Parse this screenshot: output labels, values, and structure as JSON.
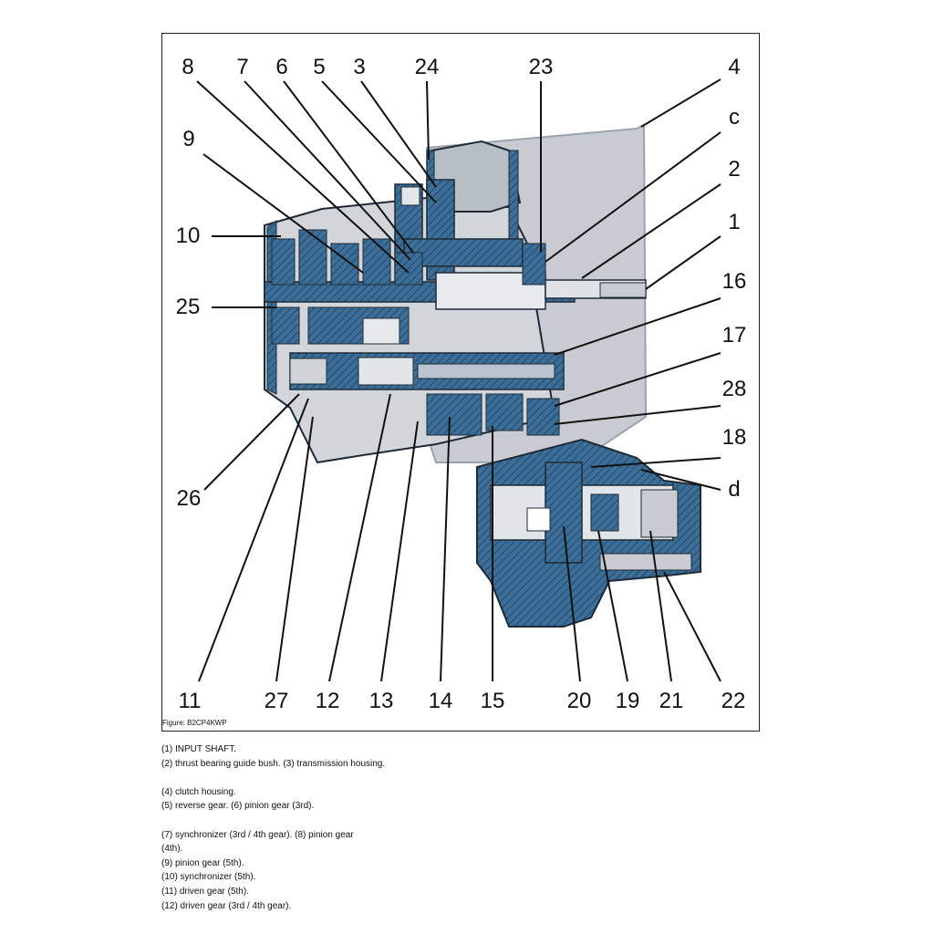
{
  "figure": {
    "caption": "Figure: B2CP4KWP",
    "colors": {
      "housing": "#c8ccd2",
      "housing_dark": "#9aa2ac",
      "section": "#3d6e97",
      "section_light": "#7fa6c8",
      "outline": "#1f2a36",
      "leader": "#111111"
    },
    "callouts": [
      "8",
      "7",
      "6",
      "5",
      "3",
      "24",
      "23",
      "4",
      "c",
      "9",
      "2",
      "10",
      "1",
      "25",
      "16",
      "17",
      "28",
      "18",
      "26",
      "d",
      "11",
      "27",
      "12",
      "13",
      "14",
      "15",
      "20",
      "19",
      "21",
      "22"
    ]
  },
  "legend": {
    "lines": [
      "(1) INPUT SHAFT.",
      "(2) thrust bearing guide bush. (3) transmission housing.",
      "",
      "(4) clutch housing.",
      "(5) reverse gear. (6) pinion gear (3rd).",
      "",
      "(7) synchronizer (3rd / 4th gear). (8) pinion gear",
      "(4th).",
      "(9) pinion gear (5th).",
      "(10) synchronizer (5th).",
      "(11) driven gear (5th).",
      "(12) driven gear (3rd / 4th gear)."
    ]
  }
}
